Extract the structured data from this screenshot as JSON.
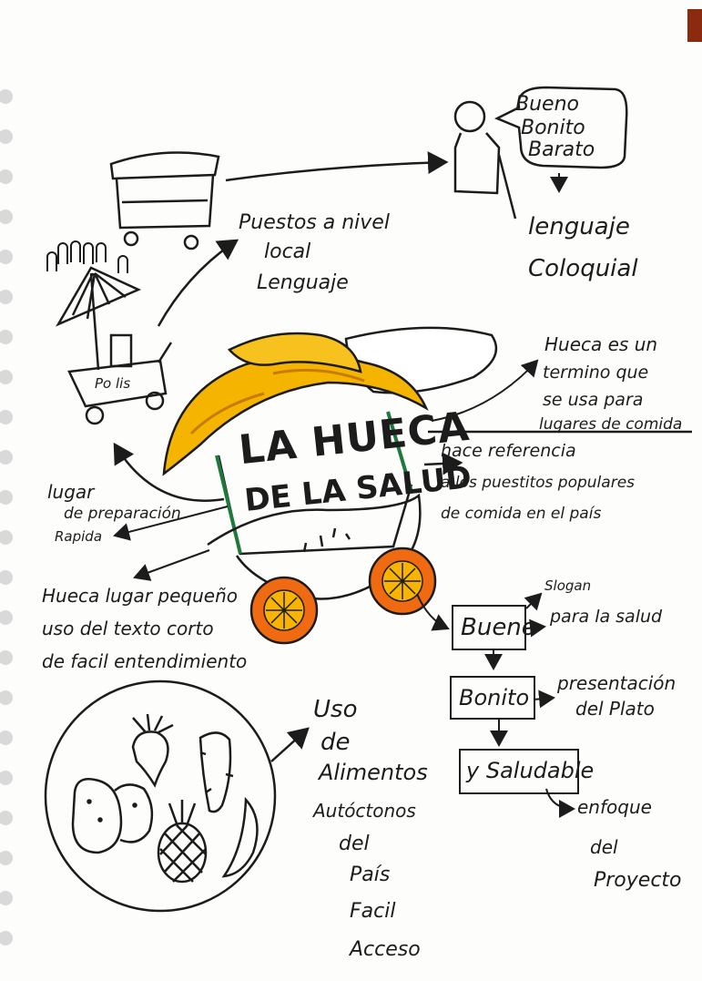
{
  "vendor": {
    "quote": [
      "Bueno",
      "Bonito",
      "Barato"
    ],
    "lenguaje": [
      "lenguaje",
      "Coloquial"
    ]
  },
  "puestos": [
    "Puestos a nivel",
    "local",
    "Lenguaje"
  ],
  "cart_sign": "Po lis",
  "huecaDef": [
    "Hueca es un",
    "termino que",
    "se usa para",
    "lugares de comida"
  ],
  "logo": {
    "line1": "LA HUECA",
    "line2": "DE LA SALUD",
    "text": "LA HUECA DE LA SALUD"
  },
  "referencia": [
    "hace referencia",
    "a los puestitos populares",
    "de comida en el país"
  ],
  "lugarPrep": [
    "lugar",
    "de preparación",
    "Rapida"
  ],
  "huecaPeq": [
    "Hueca lugar pequeño",
    "uso del texto corto",
    "de facil entendimiento"
  ],
  "slogan": {
    "words": [
      "Bueno",
      "Bonito",
      "y Saludable"
    ],
    "slogan_note": [
      "Slogan",
      "para la salud"
    ],
    "presentacion": [
      "presentación",
      "del Plato"
    ],
    "enfoque": [
      "enfoque",
      "del",
      "Proyecto"
    ]
  },
  "alimentos": [
    "Uso",
    "de",
    "Alimentos",
    "Autóctonos",
    "del",
    "País",
    "Facil",
    "Acceso"
  ],
  "colors": {
    "ink": "#1c1c1c",
    "banana": "#f4b400",
    "orange": "#f06a12",
    "green": "#1e7a3c"
  },
  "icons": [
    "vendor-cart-icon",
    "person-icon",
    "crowd-icon",
    "umbrella-cart-icon",
    "banana-hat-icon",
    "orange-wheel-icon",
    "potato-icon",
    "radish-icon",
    "pineapple-icon",
    "banana-icon",
    "yam-icon"
  ]
}
